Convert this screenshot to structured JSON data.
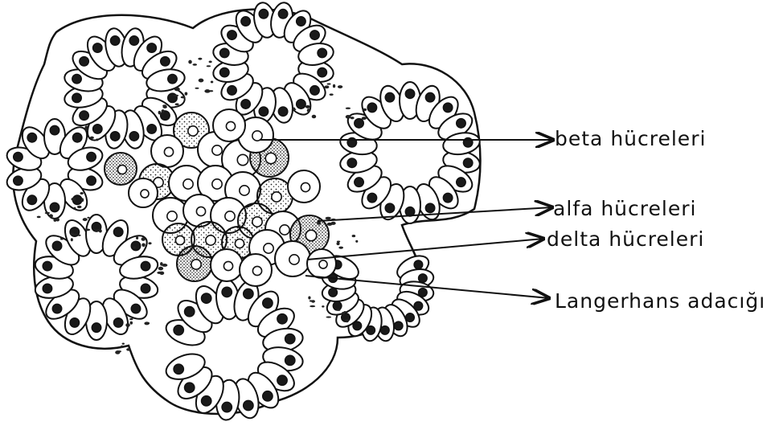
{
  "diagram": {
    "labels": [
      {
        "key": "beta",
        "text": "beta hücreleri"
      },
      {
        "key": "alfa",
        "text": "alfa hücreleri"
      },
      {
        "key": "delta",
        "text": "delta hücreleri"
      },
      {
        "key": "langerhans",
        "text": "Langerhans adacığı"
      }
    ]
  }
}
